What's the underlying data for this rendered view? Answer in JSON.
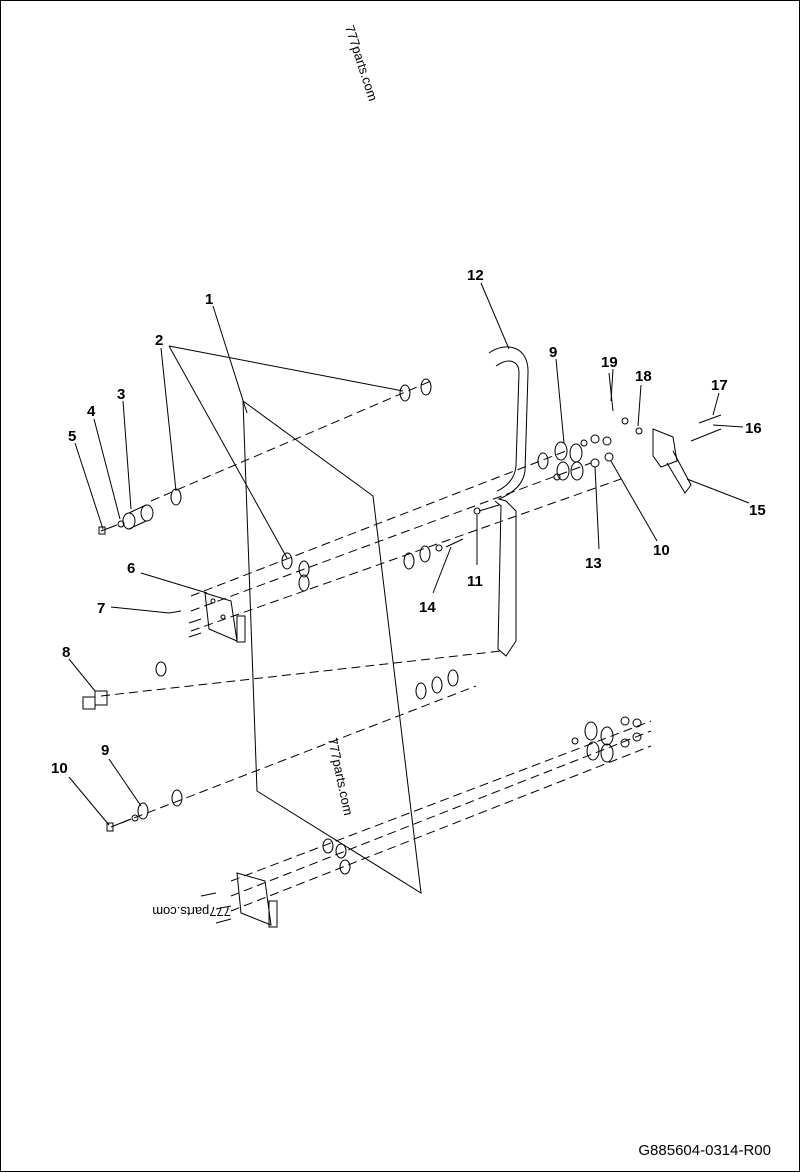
{
  "drawing": {
    "code": "G885604-0314-R00",
    "watermark": "777parts.com",
    "callouts": {
      "c1": "1",
      "c2": "2",
      "c3": "3",
      "c4": "4",
      "c5": "5",
      "c6": "6",
      "c7": "7",
      "c8": "8",
      "c9a": "9",
      "c9b": "9",
      "c10a": "10",
      "c10b": "10",
      "c11": "11",
      "c12": "12",
      "c13": "13",
      "c14": "14",
      "c15": "15",
      "c16": "16",
      "c17": "17",
      "c18": "18",
      "c19": "19"
    }
  }
}
